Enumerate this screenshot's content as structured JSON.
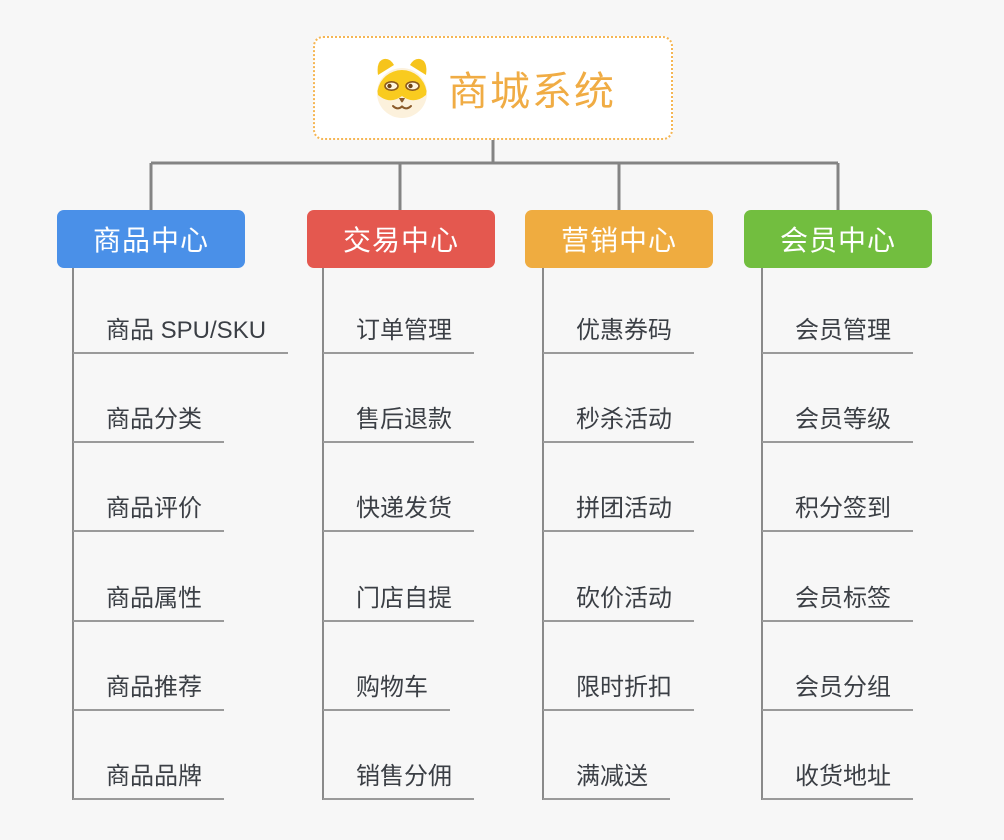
{
  "root": {
    "title": "商城系统",
    "icon": "dog-face-icon",
    "accent_color": "#f0ac44",
    "border_color": "#f5b654"
  },
  "colors": {
    "background": "#f7f7f7",
    "connector_gray": "#848484",
    "trunk_gray": "#8a8a8a",
    "underline_gray": "#9a9a9a",
    "leaf_text": "#3b3f45"
  },
  "branches": [
    {
      "label": "商品中心",
      "color": "#4a90e8",
      "children": [
        "商品 SPU/SKU",
        "商品分类",
        "商品评价",
        "商品属性",
        "商品推荐",
        "商品品牌"
      ]
    },
    {
      "label": "交易中心",
      "color": "#e4584f",
      "children": [
        "订单管理",
        "售后退款",
        "快递发货",
        "门店自提",
        "购物车",
        "销售分佣"
      ]
    },
    {
      "label": "营销中心",
      "color": "#efac40",
      "children": [
        "优惠券码",
        "秒杀活动",
        "拼团活动",
        "砍价活动",
        "限时折扣",
        "满减送"
      ]
    },
    {
      "label": "会员中心",
      "color": "#72be3f",
      "children": [
        "会员管理",
        "会员等级",
        "积分签到",
        "会员标签",
        "会员分组",
        "收货地址"
      ]
    }
  ]
}
